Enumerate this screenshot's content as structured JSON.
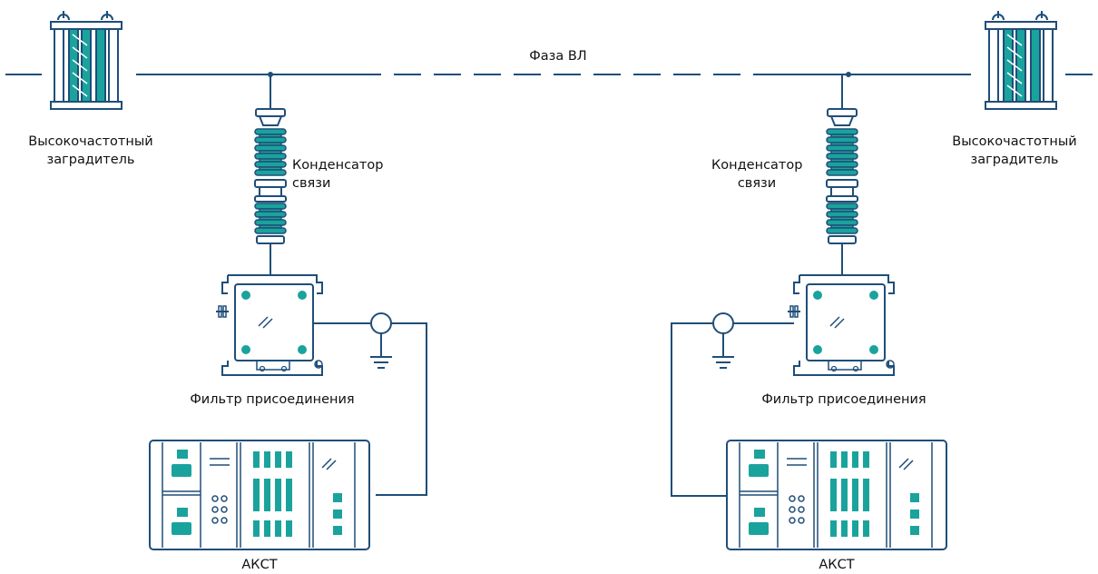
{
  "title": "Фаза ВЛ",
  "labels": {
    "trap_left": [
      "Высокочастотный",
      "заградитель"
    ],
    "trap_right": [
      "Высокочастотный",
      "заградитель"
    ],
    "cap_left": [
      "Конденсатор",
      "связи"
    ],
    "cap_right": [
      "Конденсатор",
      "связи"
    ],
    "filter_left": "Фильтр присоединения",
    "filter_right": "Фильтр присоединения",
    "akst_left": "АКСТ",
    "akst_right": "АКСТ"
  },
  "colors": {
    "stroke": "#1f4e79",
    "accent": "#1aa39c",
    "text": "#111111"
  }
}
